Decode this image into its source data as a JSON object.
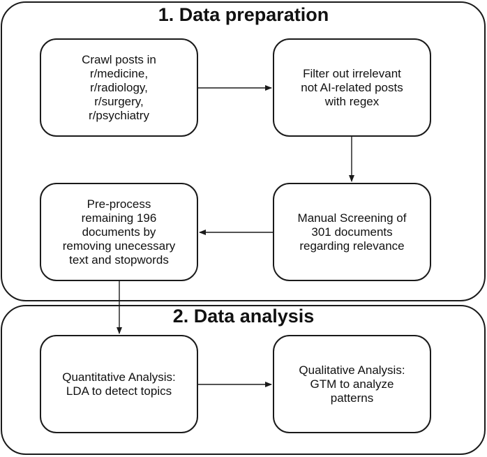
{
  "sections": [
    {
      "title": "1. Data preparation"
    },
    {
      "title": "2. Data analysis"
    }
  ],
  "steps": {
    "crawl": "Crawl posts in\nr/medicine,\nr/radiology,\nr/surgery,\nr/psychiatry",
    "filter": "Filter out irrelevant\nnot AI-related posts\nwith regex",
    "screening": "Manual Screening of\n301 documents\nregarding relevance",
    "preprocess": "Pre-process\nremaining 196\ndocuments by\nremoving unecessary\ntext and stopwords",
    "quantitative": "Quantitative Analysis:\nLDA to detect topics",
    "qualitative": "Qualitative Analysis:\nGTM to analyze\npatterns"
  }
}
